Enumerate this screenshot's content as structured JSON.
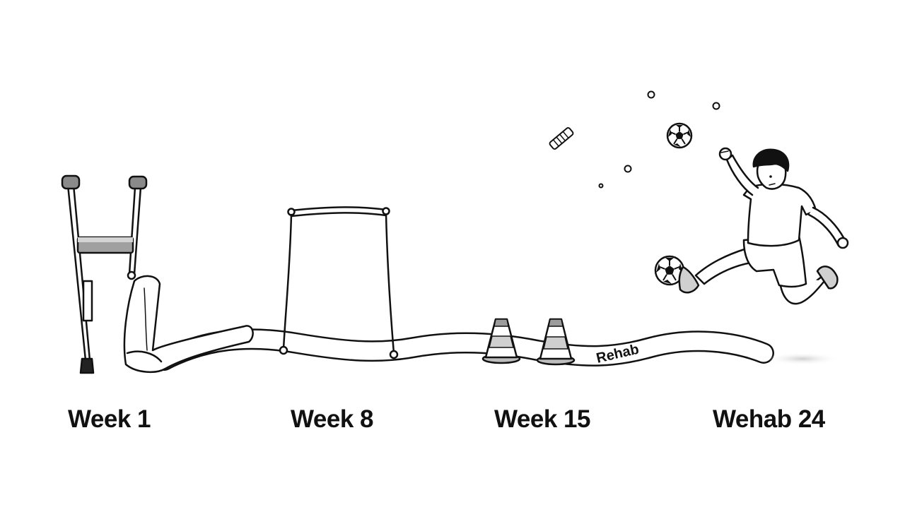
{
  "path_label": "Rehab",
  "milestones": [
    {
      "label": "Week 1",
      "icon": "crutch-and-leg-cast-icon"
    },
    {
      "label": "Week 8",
      "icon": "resistance-band-frame-icon"
    },
    {
      "label": "Week 15",
      "icon": "training-cones-icon"
    },
    {
      "label": "Wehab 24",
      "icon": "soccer-player-kicking-icon"
    }
  ],
  "colors": {
    "stroke": "#111111",
    "metal": "#9a9a9a",
    "background": "#ffffff",
    "cone_stripe": "#cfcfcf"
  }
}
